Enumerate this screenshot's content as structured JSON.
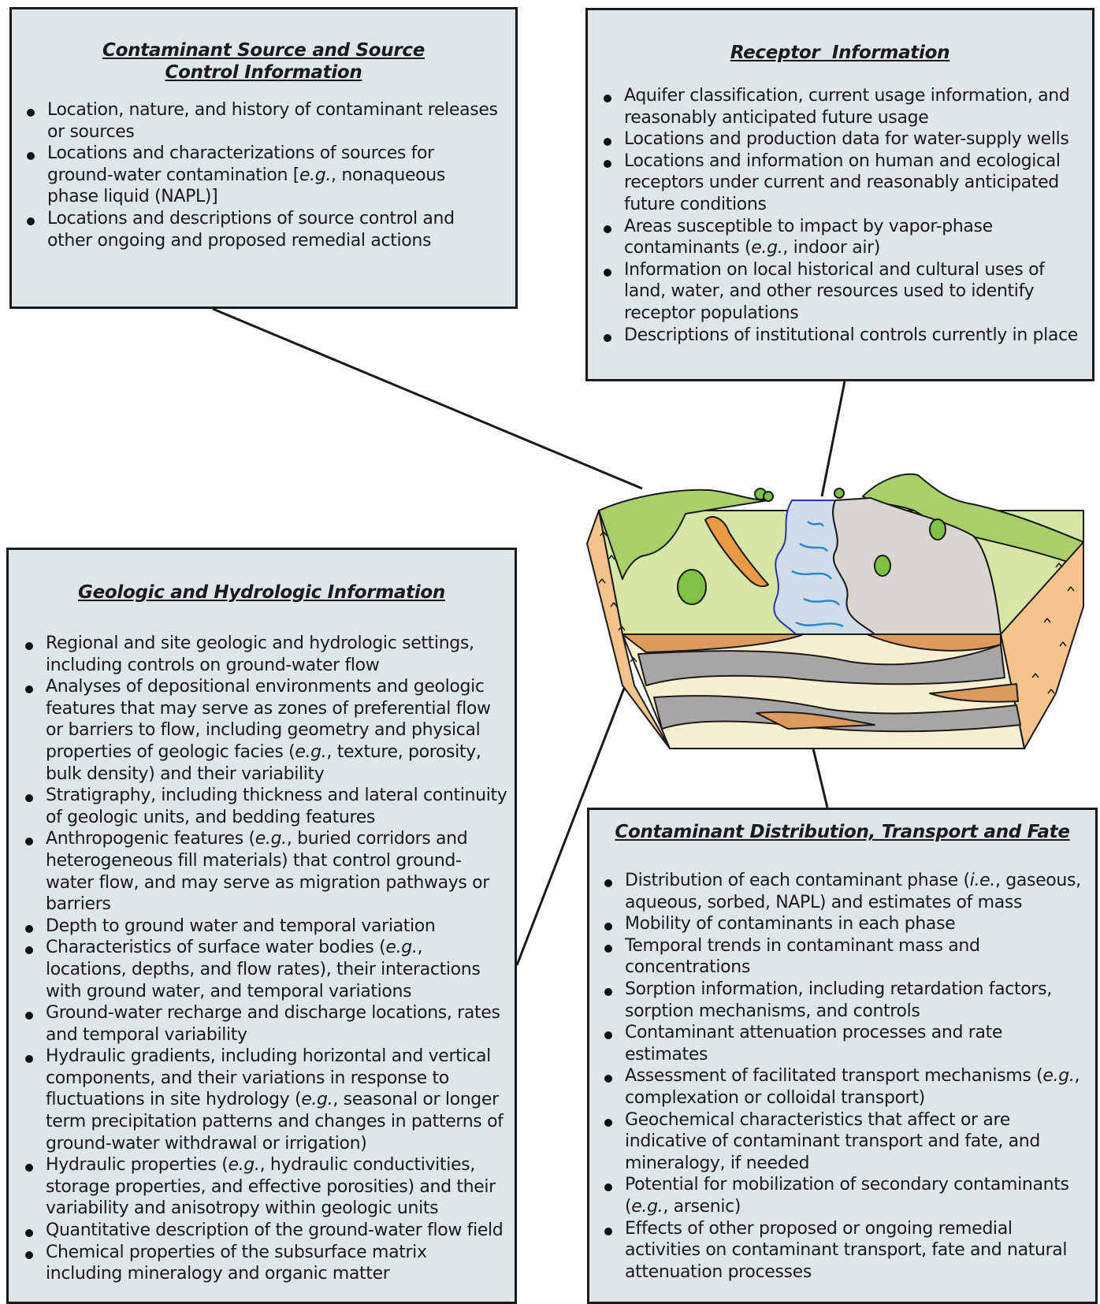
{
  "source": {
    "title_line1": "Contaminant Source and Source",
    "title_line2": "Control Information",
    "items": [
      [
        {
          "t": "Location, nature, and history of contaminant releases or sources",
          "i": false
        }
      ],
      [
        {
          "t": "Locations and characterizations of sources for ground-water contamination [",
          "i": false
        },
        {
          "t": "e.g.",
          "i": true
        },
        {
          "t": ", nonaqueous phase liquid (NAPL)]",
          "i": false
        }
      ],
      [
        {
          "t": "Locations and descriptions of source control and other ongoing and proposed remedial actions",
          "i": false
        }
      ]
    ]
  },
  "receptor": {
    "title": "Receptor  Information",
    "items": [
      [
        {
          "t": "Aquifer classification, current usage information, and reasonably anticipated future usage",
          "i": false
        }
      ],
      [
        {
          "t": "Locations and production data for water-supply wells",
          "i": false
        }
      ],
      [
        {
          "t": "Locations and information on human and ecological receptors under current and reasonably anticipated future conditions",
          "i": false
        }
      ],
      [
        {
          "t": "Areas susceptible to impact by vapor-phase contaminants (",
          "i": false
        },
        {
          "t": "e.g.",
          "i": true
        },
        {
          "t": ", indoor air)",
          "i": false
        }
      ],
      [
        {
          "t": "Information on local historical and cultural uses of land, water, and other resources used to identify receptor populations",
          "i": false
        }
      ],
      [
        {
          "t": "Descriptions of institutional controls currently in place",
          "i": false
        }
      ]
    ]
  },
  "geologic": {
    "title": "Geologic and Hydrologic Information",
    "items": [
      [
        {
          "t": "Regional and site geologic and hydrologic settings, including controls on ground-water flow",
          "i": false
        }
      ],
      [
        {
          "t": "Analyses of depositional environments and geologic features that may serve as zones of preferential flow or barriers to flow, including geometry and physical properties of geologic facies (",
          "i": false
        },
        {
          "t": "e.g.",
          "i": true
        },
        {
          "t": ", texture, porosity, bulk density) and their variability",
          "i": false
        }
      ],
      [
        {
          "t": "Stratigraphy, including thickness and lateral continuity of geologic units, and bedding features",
          "i": false
        }
      ],
      [
        {
          "t": "Anthropogenic features (",
          "i": false
        },
        {
          "t": "e.g.",
          "i": true
        },
        {
          "t": ", buried corridors and heterogeneous fill materials) that control ground-water flow, and may serve as migration pathways or barriers",
          "i": false
        }
      ],
      [
        {
          "t": "Depth to ground water and temporal variation",
          "i": false
        }
      ],
      [
        {
          "t": "Characteristics of surface water bodies (",
          "i": false
        },
        {
          "t": "e.g.",
          "i": true
        },
        {
          "t": ", locations, depths, and flow rates), their interactions with ground water, and temporal variations",
          "i": false
        }
      ],
      [
        {
          "t": "Ground-water recharge and discharge locations, rates and temporal variability",
          "i": false
        }
      ],
      [
        {
          "t": "Hydraulic gradients, including horizontal and vertical components, and their variations in response to fluctuations in site hydrology (",
          "i": false
        },
        {
          "t": "e.g.",
          "i": true
        },
        {
          "t": ", seasonal or longer term precipitation patterns and changes in patterns of ground-water withdrawal or irrigation)",
          "i": false
        }
      ],
      [
        {
          "t": "Hydraulic properties (",
          "i": false
        },
        {
          "t": "e.g.",
          "i": true
        },
        {
          "t": ", hydraulic conductivities, storage properties, and effective porosities) and their variability and anisotropy within geologic units",
          "i": false
        }
      ],
      [
        {
          "t": "Quantitative description of the ground-water flow field",
          "i": false
        }
      ],
      [
        {
          "t": "Chemical properties of the subsurface matrix including mineralogy and organic matter",
          "i": false
        }
      ]
    ]
  },
  "distribution": {
    "title": "Contaminant Distribution, Transport and Fate",
    "items": [
      [
        {
          "t": "Distribution of each contaminant phase (",
          "i": false
        },
        {
          "t": "i.e.",
          "i": true
        },
        {
          "t": ", gaseous, aqueous, sorbed, NAPL) and estimates of mass",
          "i": false
        }
      ],
      [
        {
          "t": "Mobility of contaminants in each phase",
          "i": false
        }
      ],
      [
        {
          "t": "Temporal trends in contaminant mass and concentrations",
          "i": false
        }
      ],
      [
        {
          "t": "Sorption information, including retardation factors, sorption mechanisms, and controls",
          "i": false
        }
      ],
      [
        {
          "t": "Contaminant attenuation processes and rate estimates",
          "i": false
        }
      ],
      [
        {
          "t": "Assessment of facilitated transport mechanisms (",
          "i": false
        },
        {
          "t": "e.g.",
          "i": true
        },
        {
          "t": ", complexation or colloidal transport)",
          "i": false
        }
      ],
      [
        {
          "t": "Geochemical characteristics that affect or are indicative of contaminant transport and fate, and mineralogy, if needed",
          "i": false
        }
      ],
      [
        {
          "t": "Potential for mobilization of secondary contaminants (",
          "i": false
        },
        {
          "t": "e.g.",
          "i": true
        },
        {
          "t": ", arsenic)",
          "i": false
        }
      ],
      [
        {
          "t": "Effects of other proposed or ongoing remedial activities on contaminant transport, fate and natural attenuation processes",
          "i": false
        }
      ]
    ]
  },
  "colors": {
    "box_fill": "#dfe6e9",
    "grass": "#a9cf6b",
    "land_light": "#d6e6a6",
    "water": "#cfdde8",
    "river_lines": "#2f86c9",
    "bank_outline": "#2b35a8",
    "gravel": "#d9d6d1",
    "soil_orange": "#dd9a5c",
    "soil_tan": "#f4c48c",
    "cream": "#f8efd2",
    "gray_layer": "#a8a6a4",
    "tree": "#7dc242",
    "plume": "#e89a45"
  }
}
